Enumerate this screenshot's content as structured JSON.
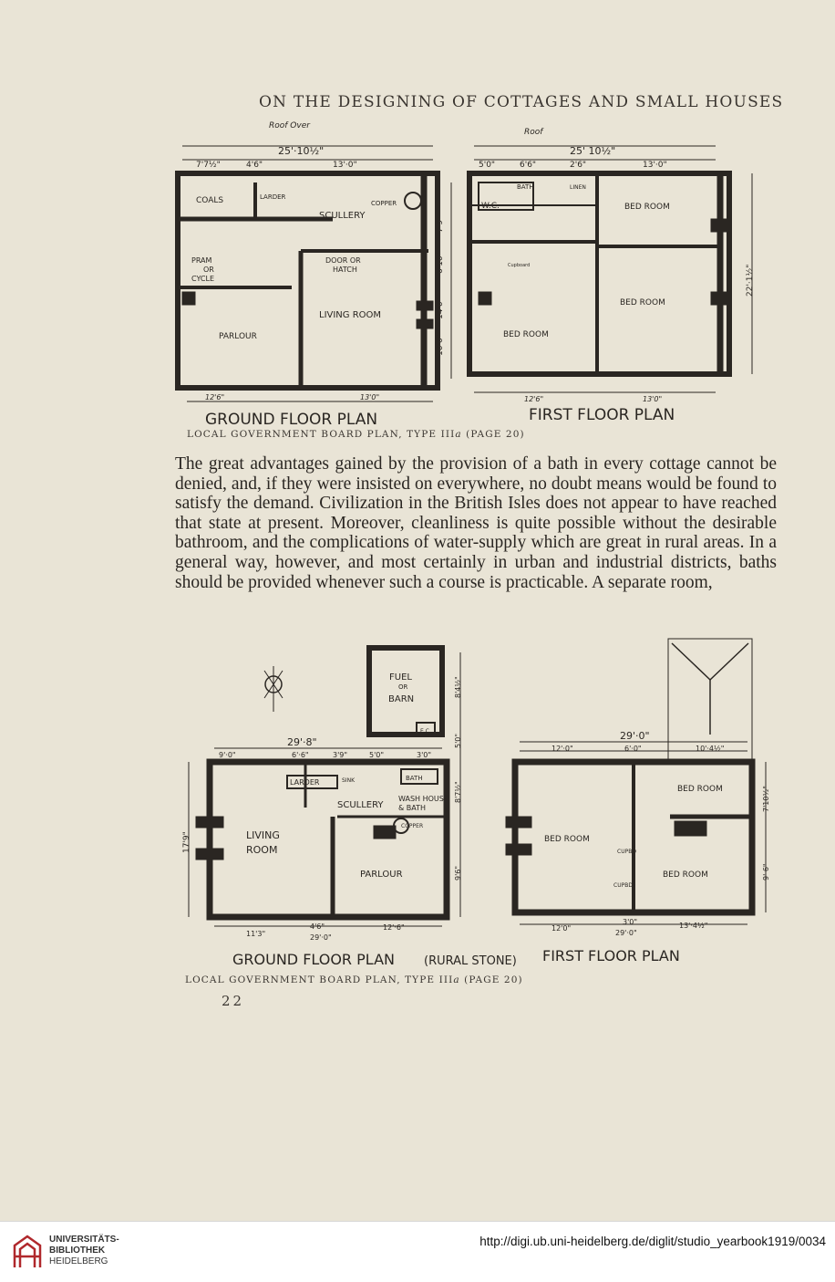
{
  "running_head": "ON THE DESIGNING OF COTTAGES AND SMALL HOUSES",
  "plan_top": {
    "ground": {
      "title": "GROUND FLOOR PLAN",
      "roof_note": "Roof Over",
      "overall": "25'·10½\"",
      "dims_top": [
        "7'7½\"",
        "4'6\"",
        "13'·0\""
      ],
      "dims_bottom": [
        "12'6\"",
        "13'0\""
      ],
      "rooms": [
        "COALS",
        "LARDER",
        "COPPER",
        "SCULLERY",
        "PRAM",
        "OR",
        "CYCLE",
        "DOOR OR",
        "HATCH",
        "LIVING ROOM",
        "PARLOUR"
      ],
      "dims_side": [
        "7'9\"",
        "6'10\"",
        "14'0\"",
        "10'6\""
      ]
    },
    "first": {
      "title": "FIRST FLOOR PLAN",
      "roof_note": "Roof",
      "overall": "25' 10½\"",
      "dims_top": [
        "5'0\"",
        "6'6\"",
        "2'6\"",
        "13'·0\""
      ],
      "dims_bottom": [
        "12'6\"",
        "13'0\""
      ],
      "dims_side": [
        "22'·1½\""
      ],
      "rooms": [
        "BATH",
        "LINEN",
        "W.C.",
        "BED ROOM",
        "BED ROOM",
        "BED ROOM",
        "Cupboard"
      ]
    },
    "caption_main": "LOCAL GOVERNMENT BOARD PLAN, TYPE III",
    "caption_italic": "a",
    "caption_end": " (PAGE 20)"
  },
  "body_text": "The great advantages gained by the provision of a bath in every cottage cannot be denied, and, if they were insisted on everywhere, no doubt means would be found to satisfy the demand. Civilization in the British Isles does not appear to have reached that state at present. Moreover, cleanliness is quite possible without the desirable bathroom, and the complications of water-supply which are great in rural areas. In a general way, however, and most certainly in urban and industrial districts, baths should be provided whenever such a course is practicable. A separate room,",
  "plan_bottom": {
    "ground": {
      "title": "GROUND FLOOR PLAN",
      "variant": "(RURAL STONE)",
      "overall": "29'·8\"",
      "dims_top": [
        "9'·0\"",
        "6'·6\"",
        "3'9\"",
        "5'0\"",
        "3'0\""
      ],
      "dims_bottom": [
        "11'3\"",
        "4'6\"",
        "12'·6\"",
        "29'·0\""
      ],
      "dims_side": [
        "17'9\"",
        "8'4½\"",
        "5'0\"",
        "8'7½\"",
        "9'6\""
      ],
      "rooms": [
        "FUEL",
        "OR",
        "BARN",
        "E.C.",
        "LARDER",
        "SINK",
        "BATH",
        "WASH HOUSE",
        "& BATH",
        "COPPER",
        "SCULLERY",
        "LIVING",
        "ROOM",
        "PARLOUR"
      ]
    },
    "first": {
      "title": "FIRST FLOOR PLAN",
      "overall_top": "29'·0\"",
      "dims_top": [
        "12'·0\"",
        "6'·0\"",
        "10'·4½\""
      ],
      "dims_bottom": [
        "12'0\"",
        "3'0\"",
        "13'·4½\"",
        "29'·0\""
      ],
      "dims_side": [
        "7'10½\"",
        "9'·6\""
      ],
      "rooms": [
        "BED ROOM",
        "BED ROOM",
        "BED ROOM",
        "CUPBD",
        "CUPBD"
      ]
    },
    "caption_main": "LOCAL GOVERNMENT BOARD PLAN, TYPE III",
    "caption_italic": "a",
    "caption_end": " (PAGE 20)"
  },
  "folio": "22",
  "footer": {
    "library_lines": [
      "UNIVERSITÄTS-",
      "BIBLIOTHEK",
      "HEIDELBERG"
    ],
    "url": "http://digi.ub.uni-heidelberg.de/diglit/studio_yearbook1919/0034"
  }
}
